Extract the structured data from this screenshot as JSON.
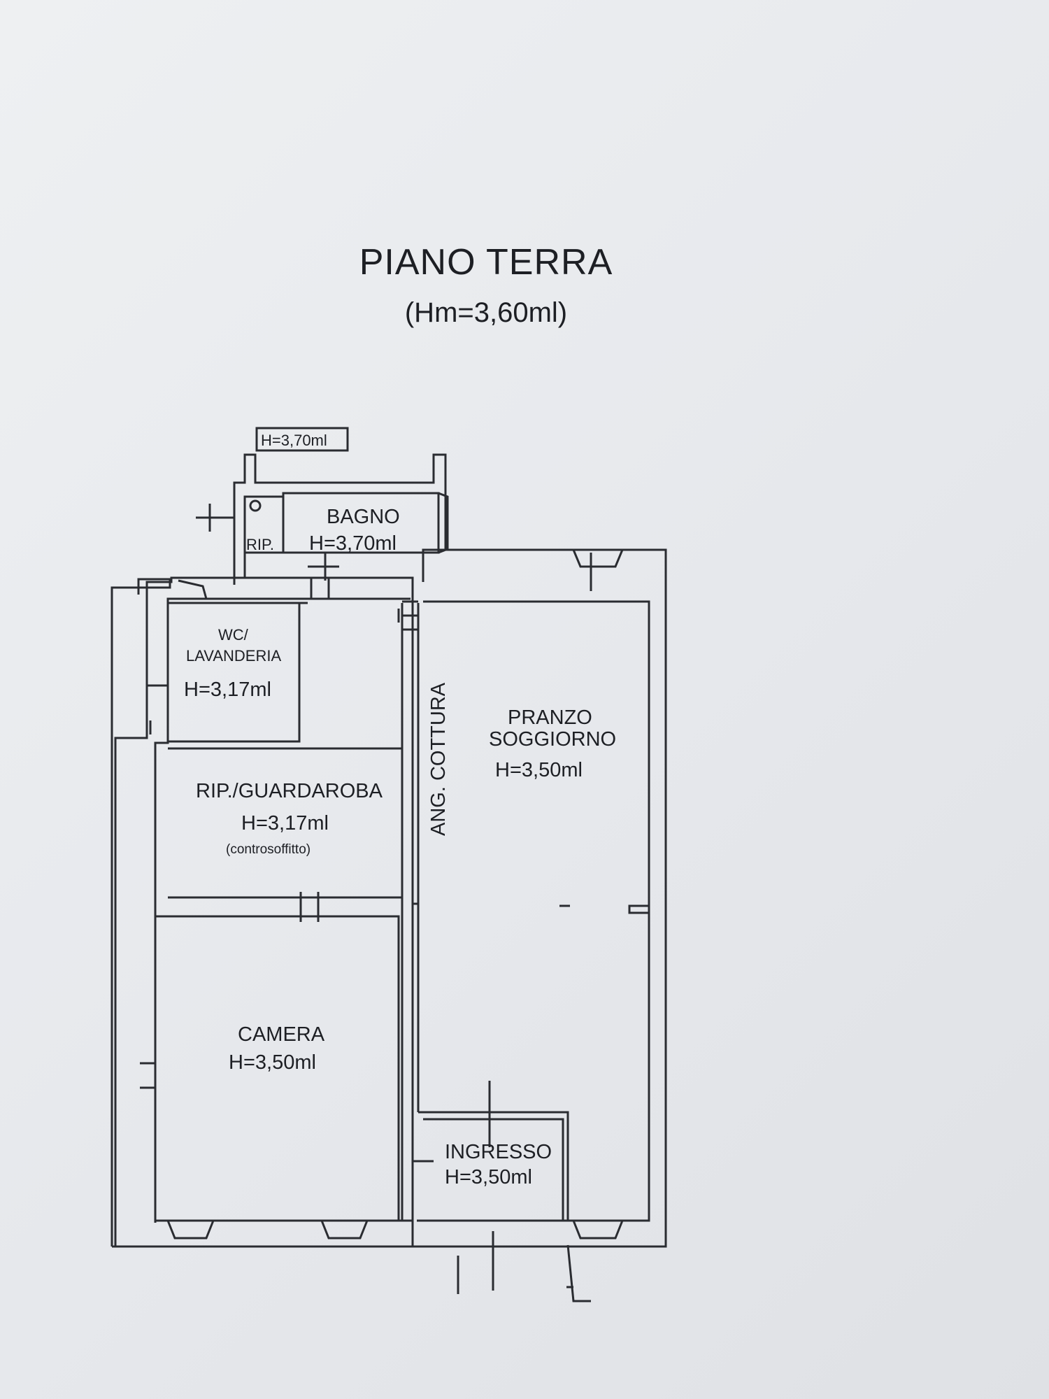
{
  "title": "PIANO TERRA",
  "subtitle": "(Hm=3,60ml)",
  "rooms": {
    "shaft_height": "H=3,70ml",
    "rip_small": "RIP.",
    "bagno": {
      "name": "BAGNO",
      "height": "H=3,70ml"
    },
    "wc": {
      "name_1": "WC/",
      "name_2": "LAVANDERIA",
      "height": "H=3,17ml"
    },
    "guardaroba": {
      "name": "RIP./GUARDAROBA",
      "height": "H=3,17ml",
      "note": "(controsoffitto)"
    },
    "camera": {
      "name": "CAMERA",
      "height": "H=3,50ml"
    },
    "cottura": {
      "name": "ANG. COTTURA"
    },
    "pranzo": {
      "name_1": "PRANZO",
      "name_2": "SOGGIORNO",
      "height": "H=3,50ml"
    },
    "ingresso": {
      "name": "INGRESSO",
      "height": "H=3,50ml"
    }
  }
}
